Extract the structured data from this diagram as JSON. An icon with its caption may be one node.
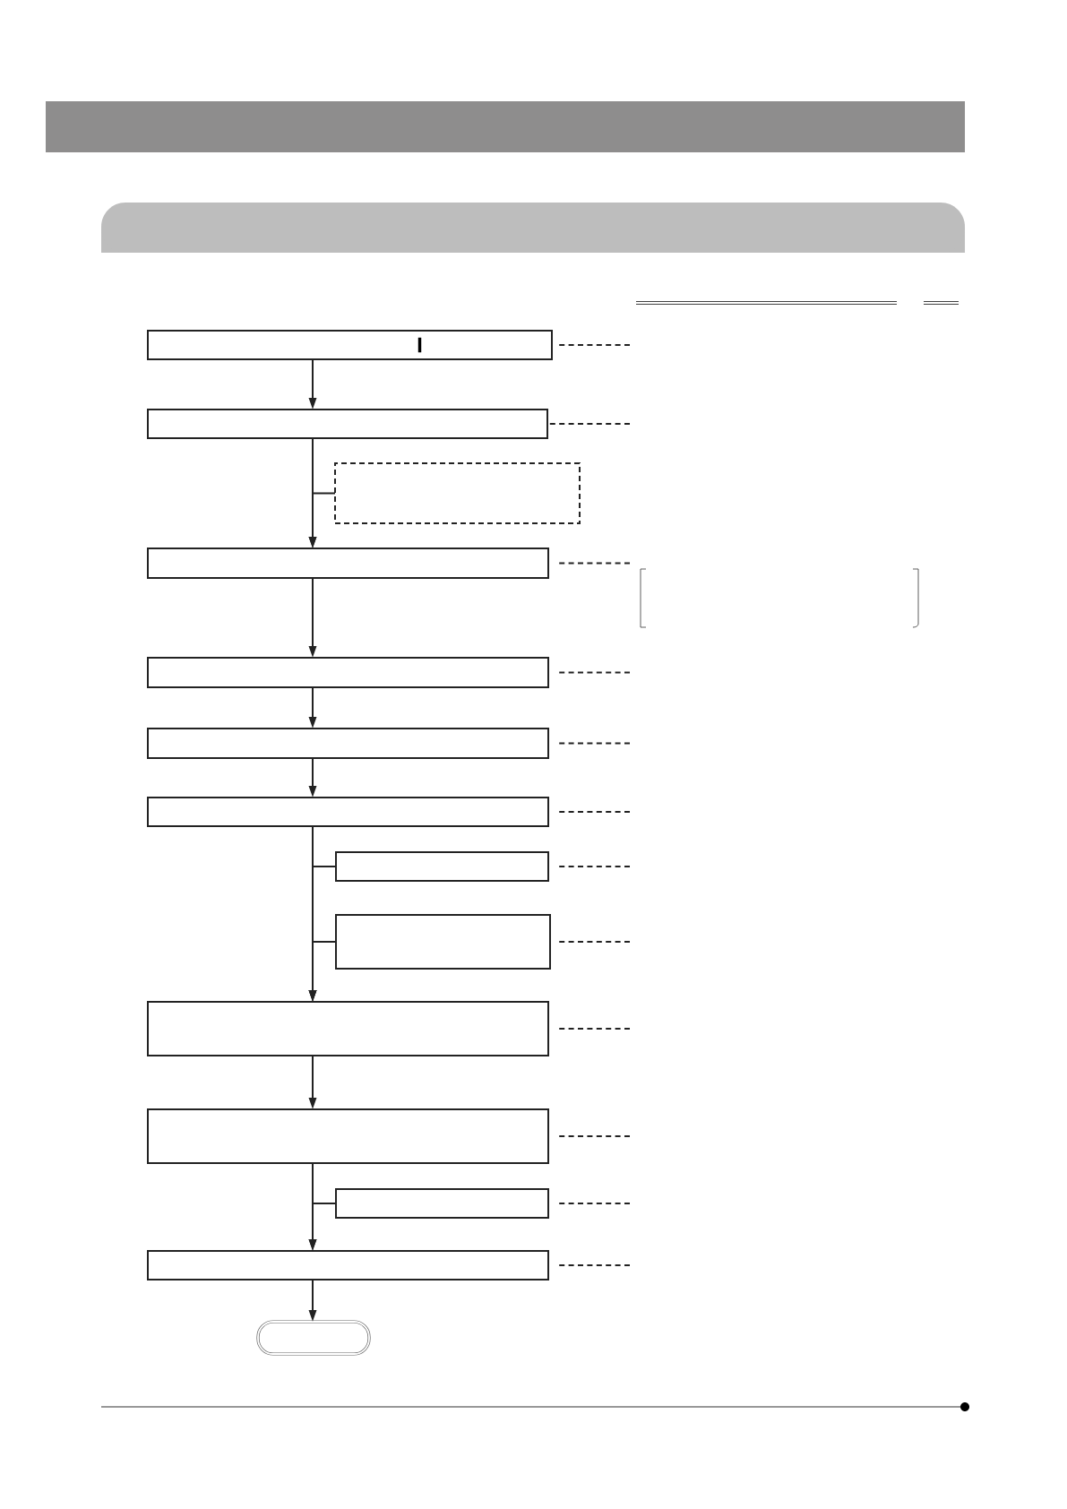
{
  "diagram": {
    "nodes": [
      {
        "text": [],
        "shape": "bar"
      },
      {
        "text": [],
        "shape": "band"
      },
      {
        "text": [
          "I"
        ]
      },
      {
        "text": [],
        "shape": "box"
      },
      {
        "text": [],
        "shape": "box"
      },
      {
        "text": [],
        "shape": "box"
      },
      {
        "text": [],
        "shape": "box"
      },
      {
        "text": [],
        "shape": "box"
      },
      {
        "text": [],
        "shape": "box"
      },
      {
        "text": [],
        "shape": "box"
      },
      {
        "text": [],
        "shape": "box"
      },
      {
        "text": [],
        "shape": "box"
      },
      {
        "text": [],
        "shape": "box"
      },
      {
        "text": [],
        "shape": "box"
      },
      {
        "text": [],
        "shape": "box"
      },
      {
        "text": [],
        "shape": "oval"
      }
    ],
    "edges": [
      {
        "from": 2,
        "to": 3,
        "arrow": "to"
      },
      {
        "from": 3,
        "to": 5,
        "arrow": "to"
      },
      {
        "from": 4,
        "to": 5,
        "arrow": "to"
      },
      {
        "from": 5,
        "to": 6,
        "arrow": "to"
      },
      {
        "from": 6,
        "to": 7,
        "arrow": "to"
      },
      {
        "from": 7,
        "to": 8,
        "arrow": "to"
      },
      {
        "from": 8,
        "to": 11,
        "arrow": "to"
      },
      {
        "from": 9,
        "to": 11,
        "arrow": "to"
      },
      {
        "from": 10,
        "to": 11,
        "arrow": "to"
      },
      {
        "from": 11,
        "to": 12,
        "arrow": "to"
      },
      {
        "from": 12,
        "to": 14,
        "arrow": "to"
      },
      {
        "from": 13,
        "to": 14,
        "arrow": "to"
      },
      {
        "from": 14,
        "to": 15,
        "arrow": "to"
      },
      {
        "from": 2,
        "to": null,
        "arrow": "none",
        "style": "dashed"
      },
      {
        "from": 3,
        "to": null,
        "arrow": "none",
        "style": "dashed"
      },
      {
        "from": 5,
        "to": null,
        "arrow": "none",
        "style": "dashed"
      },
      {
        "from": 6,
        "to": null,
        "arrow": "none",
        "style": "dashed"
      },
      {
        "from": 7,
        "to": null,
        "arrow": "none",
        "style": "dashed"
      },
      {
        "from": 8,
        "to": null,
        "arrow": "none",
        "style": "dashed"
      },
      {
        "from": 9,
        "to": null,
        "arrow": "none",
        "style": "dashed"
      },
      {
        "from": 10,
        "to": null,
        "arrow": "none",
        "style": "dashed"
      },
      {
        "from": 11,
        "to": null,
        "arrow": "none",
        "style": "dashed"
      },
      {
        "from": 12,
        "to": null,
        "arrow": "none",
        "style": "dashed"
      },
      {
        "from": 13,
        "to": null,
        "arrow": "none",
        "style": "dashed"
      },
      {
        "from": 14,
        "to": null,
        "arrow": "none",
        "style": "dashed"
      }
    ]
  }
}
